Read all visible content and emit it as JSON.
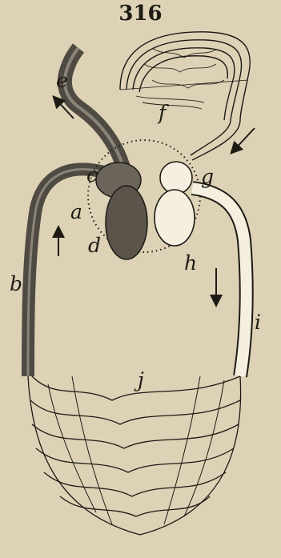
{
  "figure": {
    "number": "316",
    "labels": {
      "a": "a",
      "b": "b",
      "c": "c",
      "d": "d",
      "e": "e",
      "f": "f",
      "g": "g",
      "h": "h",
      "i": "i",
      "j": "j"
    }
  },
  "colors": {
    "paper": "#ddd2b6",
    "ink": "#1d1a14",
    "dark_vessel": "#5a544a",
    "light_vessel": "#f4efdf"
  }
}
